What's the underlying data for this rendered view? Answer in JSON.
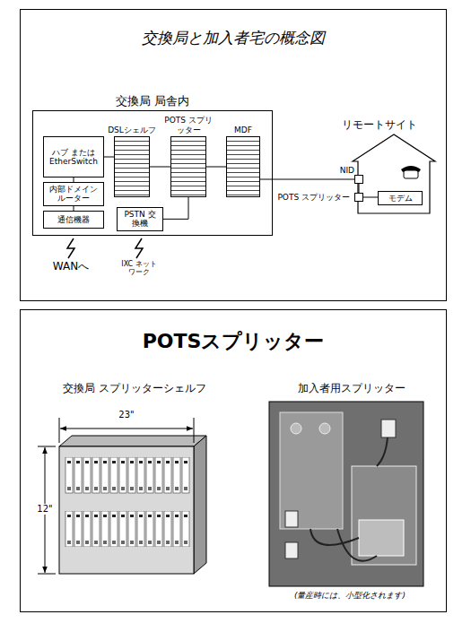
{
  "diagram": {
    "nodes": [
      {
        "text": [
          "交換局と加入者宅の概念図"
        ]
      },
      {
        "text": [
          "交換局 局舎内"
        ],
        "in": 0
      },
      {
        "text": [
          "ハブ または EtherSwitch"
        ],
        "in": 1
      },
      {
        "text": [
          "内部ドメイン ルーター"
        ],
        "in": 1
      },
      {
        "text": [
          "通信機器"
        ],
        "in": 1
      },
      {
        "text": [
          "DSLシェルフ"
        ],
        "in": 1
      },
      {
        "text": [
          "POTS スプリッター"
        ],
        "in": 1
      },
      {
        "text": [
          "MDF"
        ],
        "in": 1
      },
      {
        "text": [
          "PSTN 交換機"
        ],
        "in": 1
      },
      {
        "text": [
          "リモートサイト"
        ],
        "in": 0
      },
      {
        "text": [
          "NID"
        ],
        "in": 9
      },
      {
        "text": [
          "POTS スプリッター"
        ],
        "in": 0
      },
      {
        "text": [
          "モデム"
        ],
        "in": 9
      },
      {
        "text": [
          "POTSスプリッター"
        ]
      }
    ],
    "edges": [
      {
        "from": 2,
        "to": 5,
        "arrow": "none"
      },
      {
        "from": 2,
        "to": 3,
        "arrow": "none"
      },
      {
        "from": 3,
        "to": 4,
        "arrow": "none"
      },
      {
        "from": 5,
        "to": 6,
        "arrow": "none"
      },
      {
        "from": 6,
        "to": 7,
        "arrow": "none"
      },
      {
        "from": 8,
        "to": 6,
        "arrow": "none"
      },
      {
        "from": 7,
        "to": 10,
        "arrow": "none"
      },
      {
        "from": 10,
        "to": 11,
        "arrow": "none"
      },
      {
        "from": 11,
        "to": 12,
        "arrow": "none"
      }
    ],
    "labels": [
      "WANへ",
      "IXC ネットワーク",
      "交換局 スプリッターシェルフ",
      "加入者用スプリッター",
      "23\"",
      "12\"",
      "(量産時には、小型化されます)"
    ]
  }
}
